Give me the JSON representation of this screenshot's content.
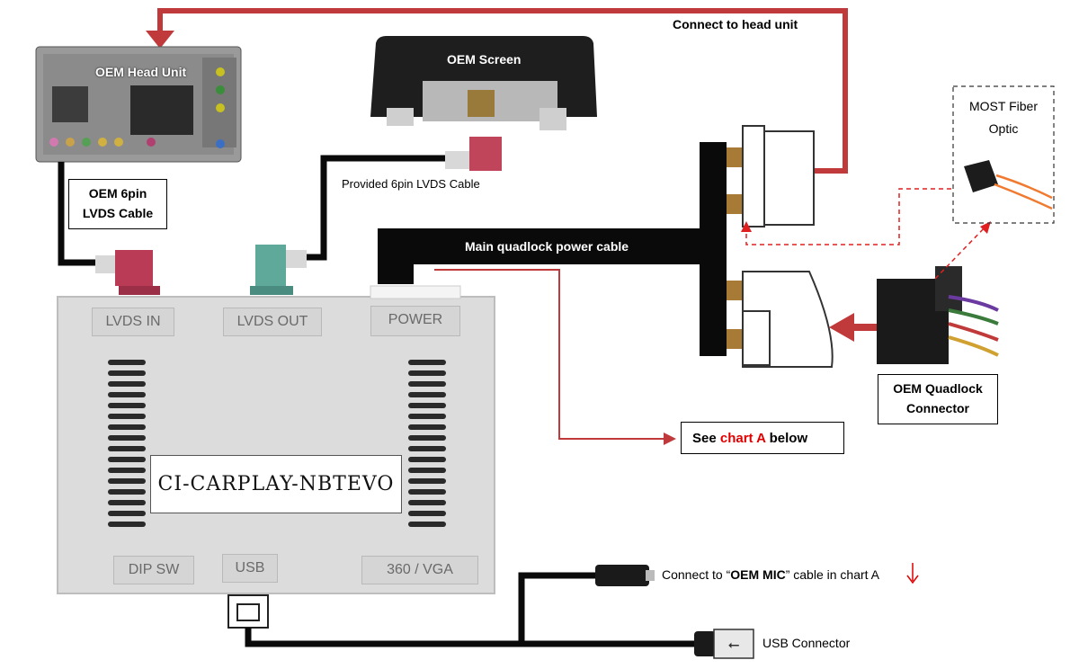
{
  "labels": {
    "connect_head_unit": "Connect to head unit",
    "oem_head_unit": "OEM Head Unit",
    "oem_screen": "OEM Screen",
    "provided_cable": "Provided 6pin LVDS Cable",
    "oem_6pin_line1": "OEM 6pin",
    "oem_6pin_line2": "LVDS Cable",
    "main_quadlock": "Main quadlock power cable",
    "most_line1": "MOST Fiber",
    "most_line2": "Optic",
    "quadlock_line1": "OEM Quadlock",
    "quadlock_line2": "Connector",
    "see_prefix": "See ",
    "see_chart": "chart A",
    "see_suffix": " below",
    "mic_prefix": "Connect to “",
    "mic_bold": "OEM MIC",
    "mic_suffix": "” cable in chart A",
    "usb_connector": "USB Connector"
  },
  "module": {
    "model": "CI-CARPLAY-NBTEVO",
    "ports": {
      "lvds_in": "LVDS IN",
      "lvds_out": "LVDS OUT",
      "power": "POWER",
      "dip_sw": "DIP SW",
      "usb": "USB",
      "vga": "360 / VGA"
    }
  },
  "colors": {
    "red_line": "#c0393b",
    "accent_red": "#e00000",
    "cable": "#0a0a0a",
    "module_body": "#dcdcdc"
  }
}
